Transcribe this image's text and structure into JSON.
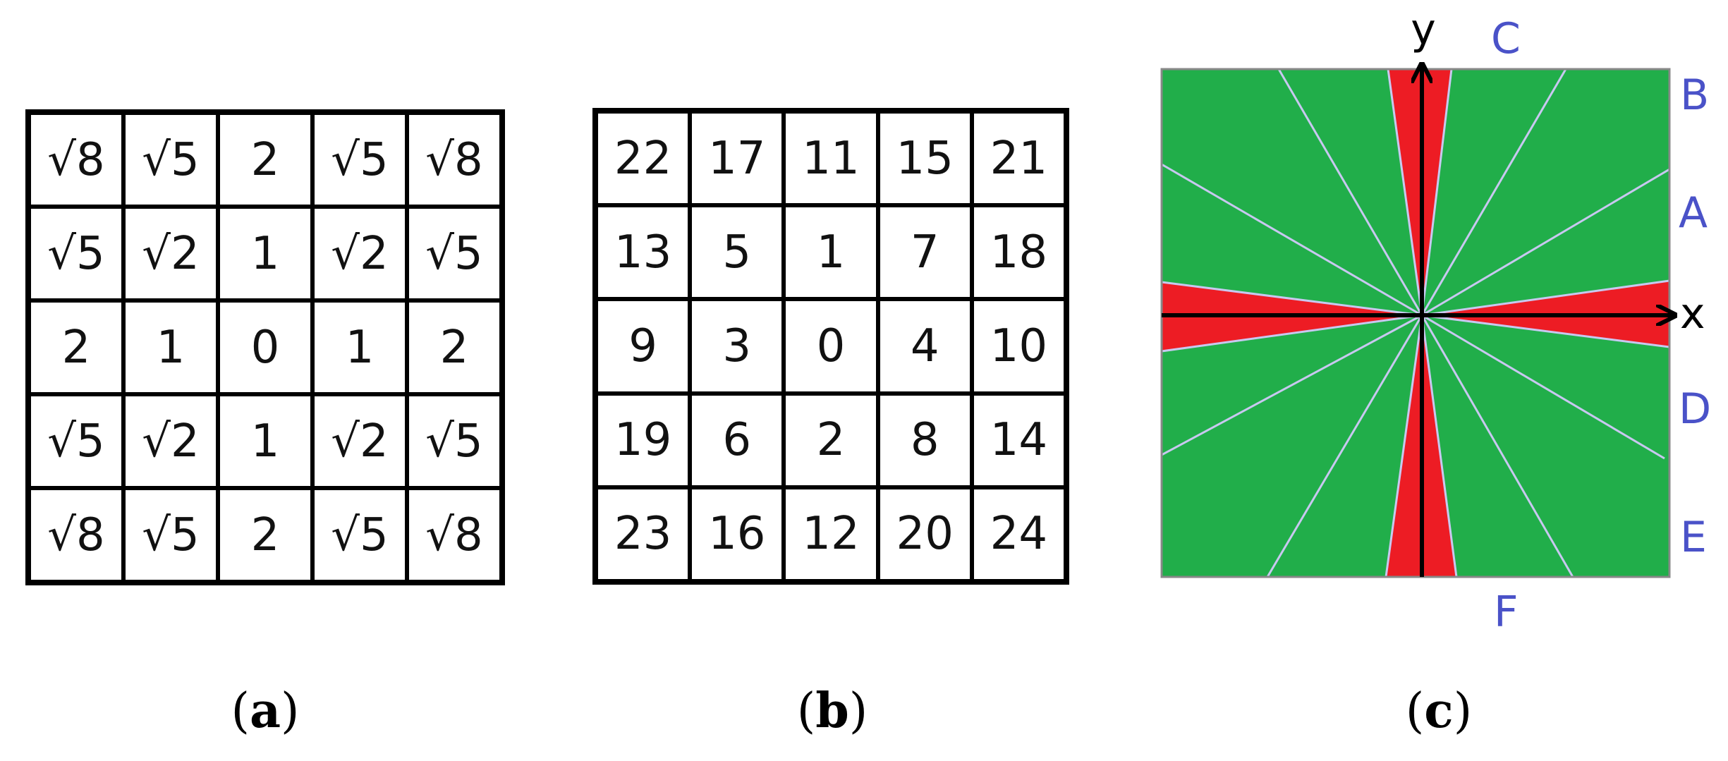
{
  "panel_a": {
    "cells": [
      "√8",
      "√5",
      "2",
      "√5",
      "√8",
      "√5",
      "√2",
      "1",
      "√2",
      "√5",
      "2",
      "1",
      "0",
      "1",
      "2",
      "√5",
      "√2",
      "1",
      "√2",
      "√5",
      "√8",
      "√5",
      "2",
      "√5",
      "√8"
    ],
    "caption_open": "(",
    "caption_letter": "a",
    "caption_close": ")"
  },
  "panel_b": {
    "cells": [
      "22",
      "17",
      "11",
      "15",
      "21",
      "13",
      "5",
      "1",
      "7",
      "18",
      "9",
      "3",
      "0",
      "4",
      "10",
      "19",
      "6",
      "2",
      "8",
      "14",
      "23",
      "16",
      "12",
      "20",
      "24"
    ],
    "caption_open": "(",
    "caption_letter": "b",
    "caption_close": ")"
  },
  "panel_c": {
    "axis_x": "x",
    "axis_y": "y",
    "region_labels": [
      "A",
      "B",
      "C",
      "D",
      "E",
      "F"
    ],
    "colors": {
      "background": "#21AE4A",
      "highlight": "#ED1C24",
      "rays": "#C8C8F0",
      "labels": "#4A52C8",
      "axes": "#000000",
      "frame": "#888888"
    },
    "caption_open": "(",
    "caption_letter": "c",
    "caption_close": ")"
  }
}
